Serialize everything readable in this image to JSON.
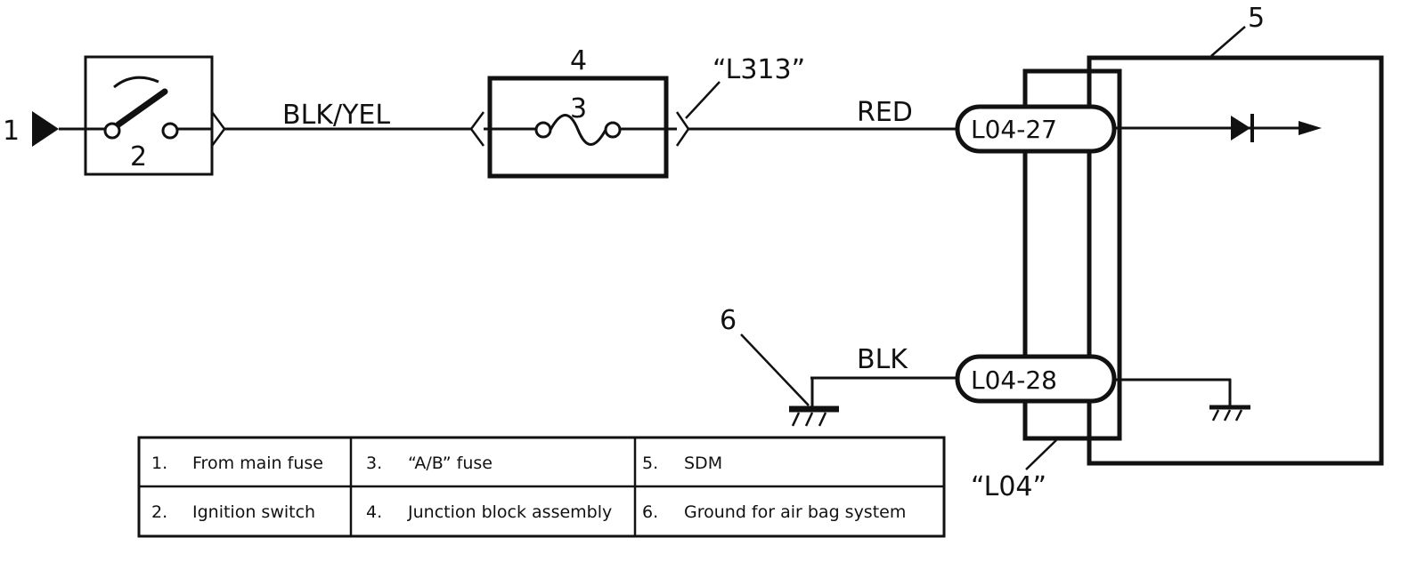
{
  "callouts": {
    "c1": "1",
    "c2": "2",
    "c3": "3",
    "c4": "4",
    "c5": "5",
    "c6": "6"
  },
  "wires": {
    "blk_yel": "BLK/YEL",
    "red": "RED",
    "blk": "BLK"
  },
  "connectors": {
    "l313": "“L313”",
    "l04": "“L04”",
    "pin_27": "L04-27",
    "pin_28": "L04-28"
  },
  "legend": [
    [
      {
        "num": "1.",
        "text": "From main fuse"
      },
      {
        "num": "3.",
        "text": "“A/B” fuse"
      },
      {
        "num": "5.",
        "text": "SDM"
      }
    ],
    [
      {
        "num": "2.",
        "text": "Ignition switch"
      },
      {
        "num": "4.",
        "text": "Junction block assembly"
      },
      {
        "num": "6.",
        "text": "Ground for air bag system"
      }
    ]
  ]
}
